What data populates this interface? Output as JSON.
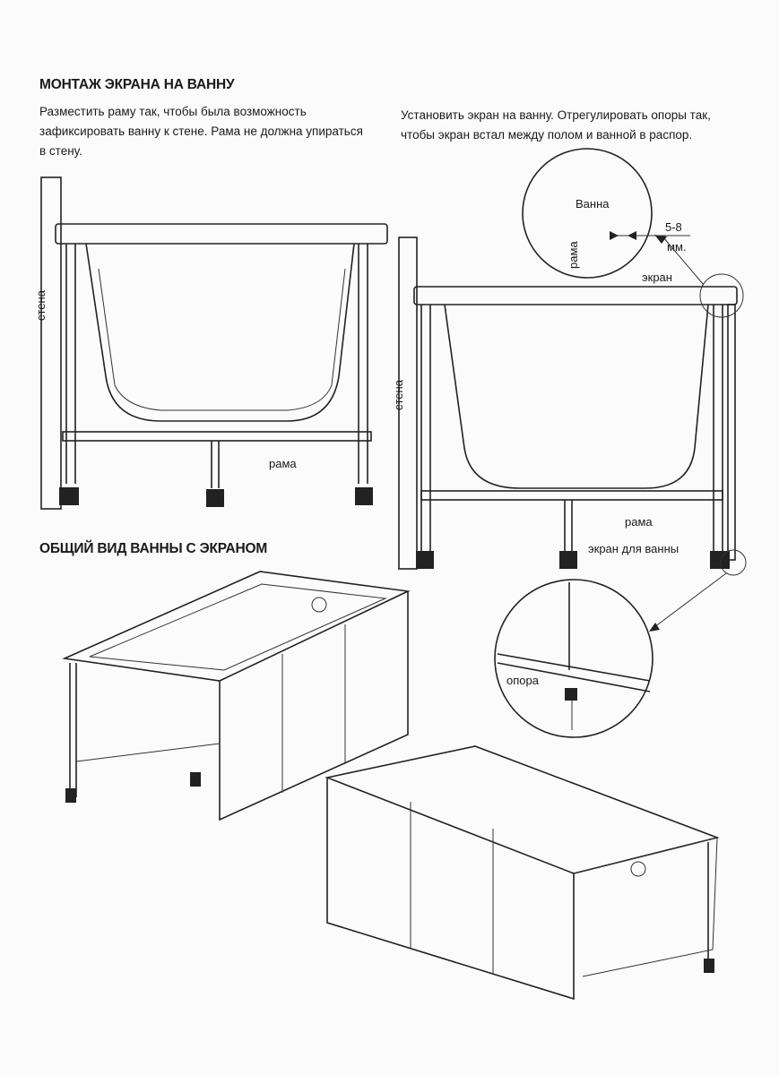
{
  "title_mounting": "МОНТАЖ ЭКРАНА НА ВАННУ",
  "step1_text": "Разместить раму так, чтобы была возможность зафиксировать ванну к стене.  Рама не должна упираться в стену.",
  "step2_text": "Установить экран на ванну. Отрегулировать опоры так, чтобы экран встал между полом и ванной в распор.",
  "title_overview": "ОБЩИЙ ВИД ВАННЫ С ЭКРАНОМ",
  "labels": {
    "wall_left": "стена",
    "frame_left": "рама",
    "wall_right": "стена",
    "frame_right": "рама",
    "bath": "Ванна",
    "gap_value": "5-8",
    "gap_unit": "мм.",
    "frame_detail": "рама",
    "screen": "экран",
    "bath_screen": "экран для ванны",
    "support": "опора"
  }
}
